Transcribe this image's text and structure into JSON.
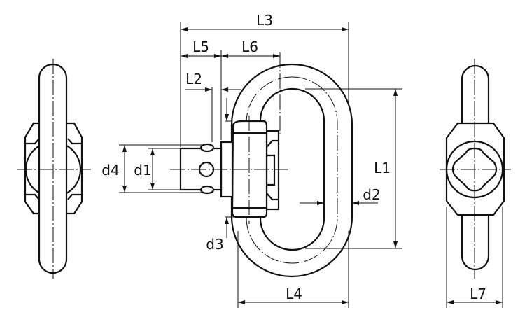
{
  "title": "Swivel link dimension drawing",
  "labels": {
    "L1": "L1",
    "L2": "L2",
    "L3": "L3",
    "L4": "L4",
    "L5": "L5",
    "L6": "L6",
    "L7": "L7",
    "d1": "d1",
    "d2": "d2",
    "d3": "d3",
    "d4": "d4"
  },
  "colors": {
    "line": "#111111",
    "background": "#ffffff"
  }
}
